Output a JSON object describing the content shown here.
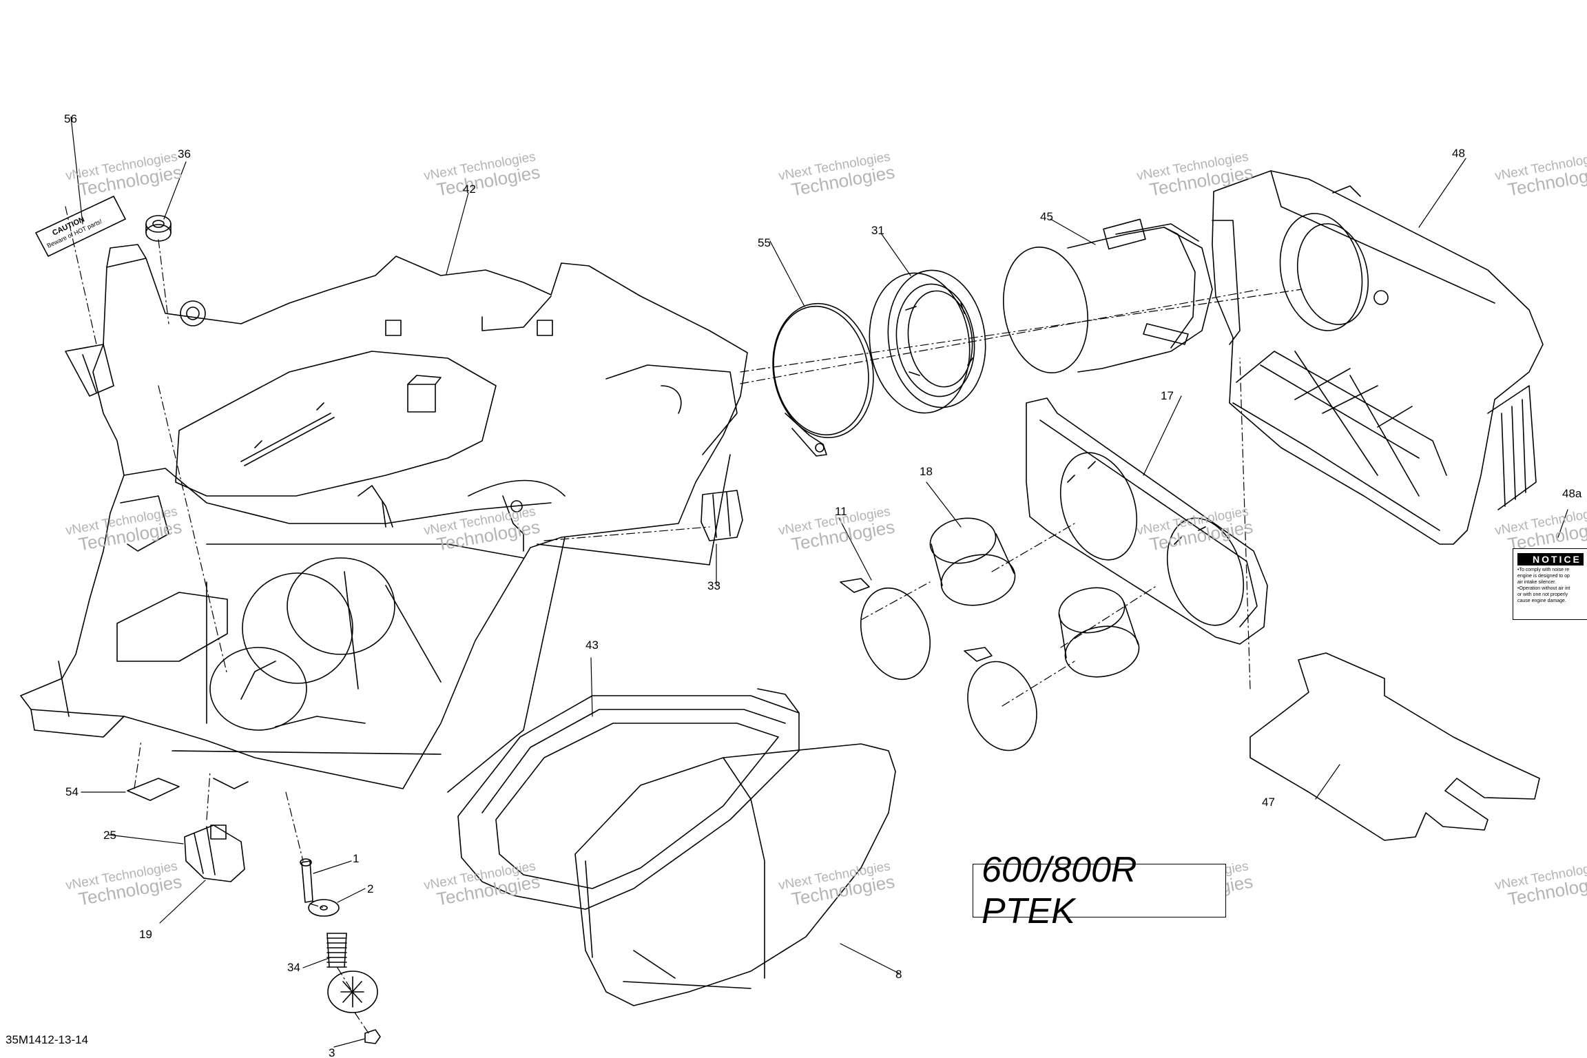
{
  "diagram": {
    "model_label": "600/800R PTEK",
    "drawing_code": "35M1412-13-14",
    "watermark": {
      "line1": "vNext Technologies",
      "line2": "Technologies"
    },
    "caution_label": {
      "title": "CAUTION",
      "text": "Beware of HOT parts!"
    },
    "notice_label": {
      "title": "NOTICE",
      "lines": [
        "•To comply with noise re",
        "engine is designed to op",
        "air intake silencer.",
        "•Operation without air int",
        "or with one not properly",
        "cause engine damage."
      ]
    },
    "callouts": [
      "1",
      "2",
      "3",
      "8",
      "11",
      "17",
      "18",
      "19",
      "25",
      "31",
      "33",
      "34",
      "36",
      "42",
      "43",
      "45",
      "47",
      "48",
      "48a",
      "54",
      "55",
      "56"
    ]
  }
}
